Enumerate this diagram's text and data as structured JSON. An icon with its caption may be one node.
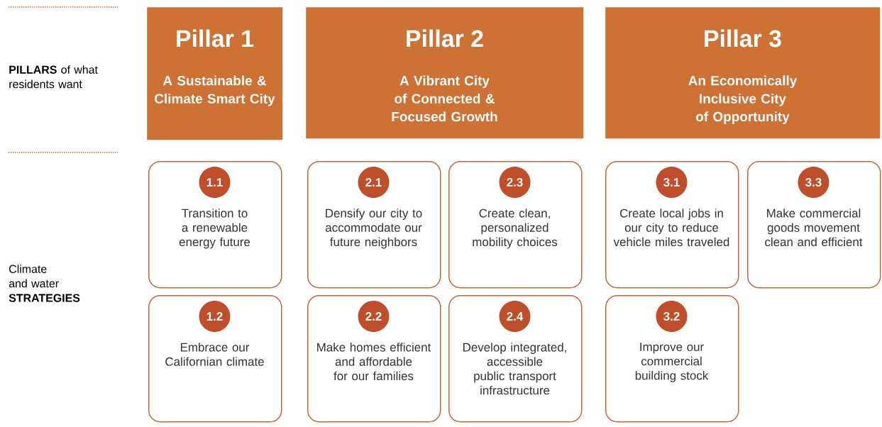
{
  "diagram": {
    "nodes": [
      {
        "text": [
          "Pillar 1",
          "A Sustainable & Climate Smart City"
        ]
      },
      {
        "text": [
          "Pillar 2",
          "A Vibrant City of Connected & Focused Growth"
        ]
      },
      {
        "text": [
          "Pillar 3",
          "An Economically Inclusive City of Opportunity"
        ]
      },
      {
        "text": [
          "1.1",
          "Transition to a renewable energy future"
        ]
      },
      {
        "text": [
          "2.1",
          "Densify our city to accommodate our future neighbors"
        ]
      },
      {
        "text": [
          "2.3",
          "Create clean, personalized mobility choices"
        ]
      },
      {
        "text": [
          "3.1",
          "Create local jobs in our city to reduce vehicle miles traveled"
        ]
      },
      {
        "text": [
          "3.3",
          "Make commercial goods movement clean and efficient"
        ]
      },
      {
        "text": [
          "1.2",
          "Embrace our Californian climate"
        ]
      },
      {
        "text": [
          "2.2",
          "Make homes efficient and affordable for our families"
        ]
      },
      {
        "text": [
          "2.4",
          "Develop integrated, accessible public transport infrastructure"
        ]
      },
      {
        "text": [
          "3.2",
          "Improve our commercial building stock"
        ]
      }
    ],
    "labels": [
      "**PILLARS** of what residents want",
      "Climate and water **STRATEGIES**"
    ]
  }
}
